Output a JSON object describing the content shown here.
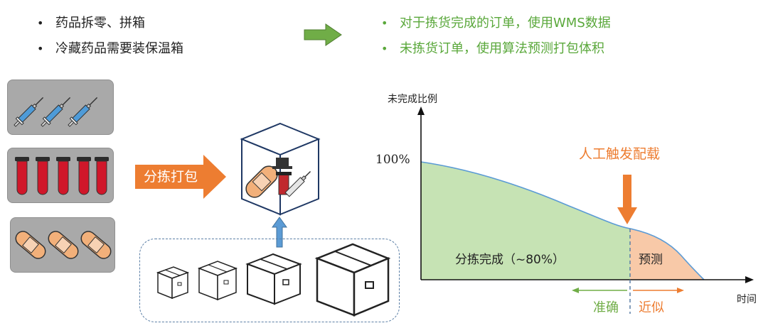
{
  "left_bullets": [
    "药品拆零、拼箱",
    "冷藏药品需要装保温箱"
  ],
  "right_bullets": [
    "对于拣货完成的订单，使用WMS数据",
    "未拣货订单，使用算法预测打包体积"
  ],
  "process_label": "分拣打包",
  "chart": {
    "y_axis_title": "未完成比例",
    "y_tick_label": "100%",
    "x_axis_title": "时间",
    "trigger_label": "人工触发配载",
    "sorted_area_label": "分拣完成（~80%）",
    "predicted_area_label": "预测",
    "accurate_label": "准确",
    "approx_label": "近似"
  },
  "colors": {
    "green_text": "#5aa83b",
    "orange": "#ed7d31",
    "sorted_fill": "#c6e3b4",
    "predicted_fill": "#f8c9a8",
    "curve": "#5b9bd5",
    "tile_bg": "#a9a9a9"
  }
}
